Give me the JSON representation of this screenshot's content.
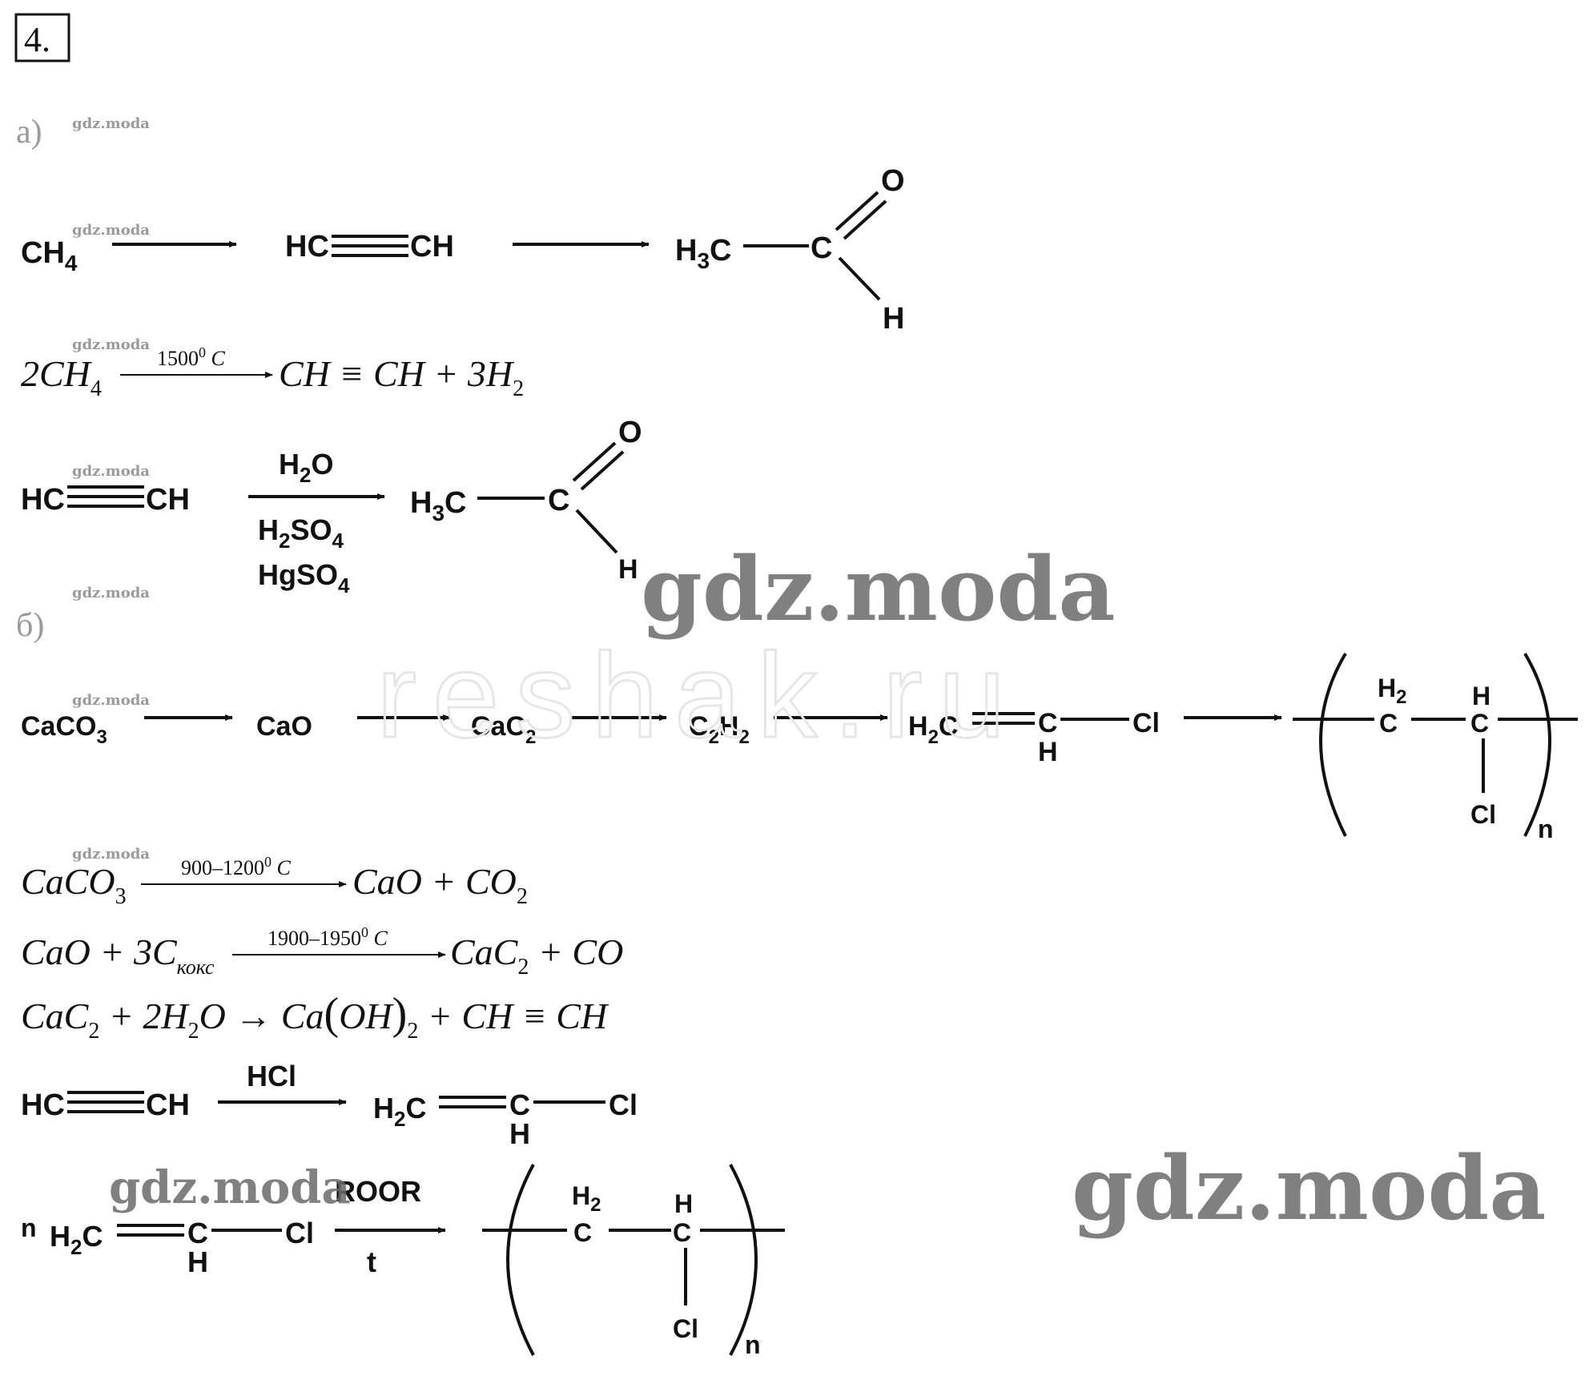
{
  "task_number": "4.",
  "part_a_label": "а)",
  "part_b_label": "б)",
  "watermark_small": "gdz.moda",
  "watermark_big": "gdz.moda",
  "faint_watermark": "reshak.ru",
  "scheme_a": {
    "ch4": "CH",
    "sub4": "4",
    "acetylene_left": "HC",
    "acetylene_right": "CH",
    "h3c": "H",
    "sub3": "3",
    "c": "C",
    "o": "O",
    "h": "H"
  },
  "eq_a1": {
    "lhs": "2CH",
    "lhs_sub": "4",
    "condition": "1500",
    "condition_sup": "0",
    "condition_unit": " C",
    "rhs": "CH ≡ CH + 3H",
    "rhs_sub": "2"
  },
  "eq_a2": {
    "reagent_top": "H",
    "reagent_top_sub": "2",
    "reagent_top_tail": "O",
    "catalyst1": "H",
    "catalyst1_sub": "2",
    "catalyst1_mid": "SO",
    "catalyst1_sub2": "4",
    "catalyst2": "HgSO",
    "catalyst2_sub": "4"
  },
  "scheme_b": {
    "caco3": "CaCO",
    "sub3": "3",
    "cao": "CaO",
    "cac2": "CaC",
    "sub2": "2",
    "c2h2_c": "C",
    "c2h2_h": "H",
    "vinyl_h2c": "H",
    "vinyl_c": "C",
    "vinyl_h": "H",
    "vinyl_cl": "Cl",
    "poly_h2": "H",
    "poly_c": "C",
    "poly_h": "H",
    "poly_cl": "Cl",
    "poly_n": "n"
  },
  "eq_b1": {
    "lhs": "CaCO",
    "lhs_sub": "3",
    "condition": "900–1200",
    "condition_sup": "0",
    "condition_unit": " C",
    "rhs": "CaO + CO",
    "rhs_sub": "2"
  },
  "eq_b2": {
    "lhs": "CaO + 3C",
    "lhs_sub": "кокс",
    "condition": "1900–1950",
    "condition_sup": "0",
    "condition_unit": " C",
    "rhs": "CaC",
    "rhs_sub": "2",
    "rhs_tail": " + CO"
  },
  "eq_b3": {
    "lhs": "CaC",
    "lhs_sub": "2",
    "lhs_mid": " + 2H",
    "lhs_sub2": "2",
    "lhs_tail": "O → Ca",
    "paren_left": "(",
    "oh": "OH",
    "paren_right": ")",
    "oh_sub": "2",
    "rhs_tail": " + CH ≡ CH"
  },
  "eq_b4": {
    "left": "HC",
    "right": "CH",
    "reagent": "HCl",
    "h2c": "H",
    "h2c_sub": "2",
    "c": "C",
    "h": "H",
    "cl": "Cl"
  },
  "eq_b5": {
    "n": "n",
    "h2c": "H",
    "h2c_sub": "2",
    "c": "C",
    "h": "H",
    "cl": "Cl",
    "reagent_top": "ROOR",
    "reagent_bottom": "t",
    "poly_h2": "H",
    "poly_c": "C",
    "poly_h": "H",
    "poly_cl": "Cl",
    "poly_n": "n"
  }
}
